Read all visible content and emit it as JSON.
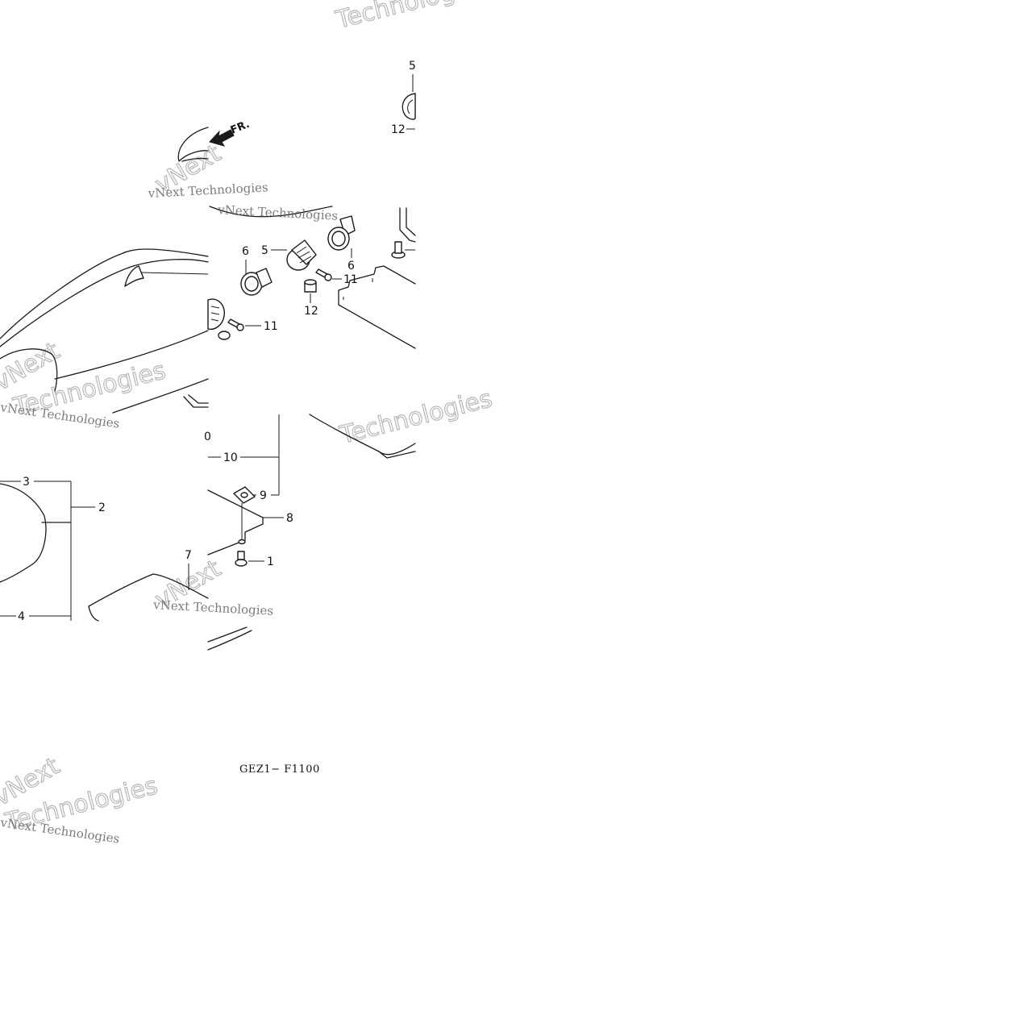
{
  "diagram": {
    "orientation_label": "FR.",
    "drawing_code": "GEZ1− F1100",
    "callouts": {
      "c1": "1",
      "c2": "2",
      "c3": "3",
      "c4": "4",
      "c5a": "5",
      "c5b": "5",
      "c6a": "6",
      "c6b": "6",
      "c7": "7",
      "c8": "8",
      "c9": "9",
      "c10": "10",
      "c11a": "11",
      "c11b": "11",
      "c12a": "12",
      "c12b": "12"
    },
    "watermark": {
      "brand_line": "vNext Technologies",
      "outline_word": "Technologies",
      "outline_next": "vNext"
    },
    "colors": {
      "ink": "#1a1a1a",
      "paper": "#ffffff",
      "watermark": "#b8b8b8"
    }
  }
}
